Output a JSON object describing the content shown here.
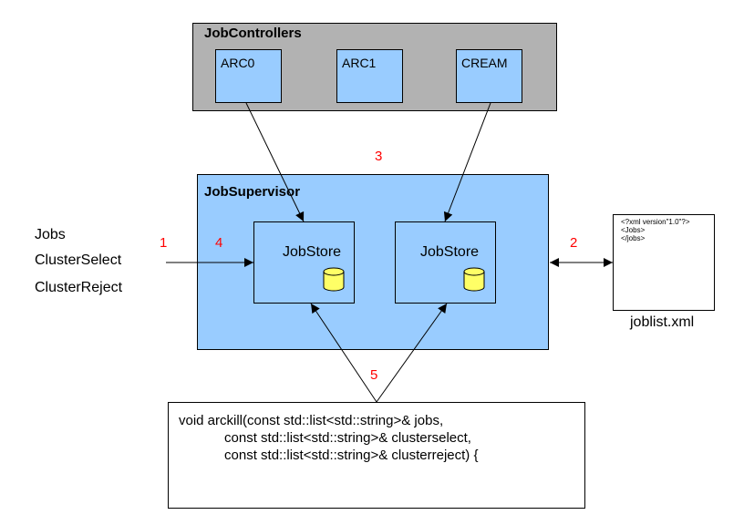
{
  "controllers": {
    "title": "JobControllers",
    "items": [
      "ARC0",
      "ARC1",
      "CREAM"
    ]
  },
  "supervisor": {
    "title": "JobSupervisor",
    "stores": [
      "JobStore",
      "JobStore"
    ]
  },
  "inputs": [
    "Jobs",
    "ClusterSelect",
    "ClusterReject"
  ],
  "step_numbers": [
    "1",
    "2",
    "3",
    "4",
    "5"
  ],
  "xml_file": {
    "lines": [
      "<?xml version\"1.0\"?>",
      "<Jobs>",
      "</jobs>"
    ],
    "caption": "joblist.xml"
  },
  "code": {
    "lines": [
      "void arckill(const std::list<std::string>& jobs,",
      "            const std::list<std::string>& clusterselect,",
      "            const std::list<std::string>& clusterreject) {"
    ]
  },
  "colors": {
    "controllers_bg": "#b2b2b2",
    "light_blue": "#99ccff",
    "cylinder": "#ffff66",
    "number": "#ff0000"
  }
}
